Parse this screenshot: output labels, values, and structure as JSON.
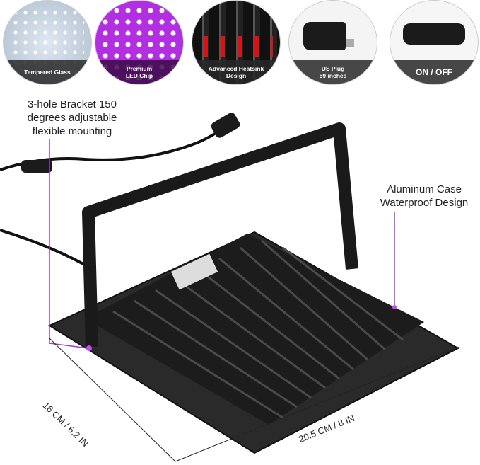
{
  "features": [
    {
      "label": "Tempered Glass",
      "icon": "glass-panel-icon"
    },
    {
      "label": "Premium",
      "label2": "LED Chip",
      "icon": "led-chip-icon"
    },
    {
      "label": "Advanced Heatsink",
      "label2": "Design",
      "icon": "heatsink-icon"
    },
    {
      "label": "US Plug",
      "label2": "59 inches",
      "icon": "plug-icon"
    },
    {
      "label": "ON / OFF",
      "icon": "switch-icon"
    }
  ],
  "callouts": {
    "bracket": [
      "3-hole Bracket 150",
      "degrees adjustable",
      "flexible mounting"
    ],
    "case": [
      "Aluminum Case",
      "Waterproof Design"
    ]
  },
  "dimensions": {
    "depth": "16 CM / 6.2 IN",
    "width": "20.5 CM / 8 IN"
  },
  "colors": {
    "accent": "#9b3fc9",
    "body": "#1c1c1c",
    "uv": "#c44cf0"
  }
}
